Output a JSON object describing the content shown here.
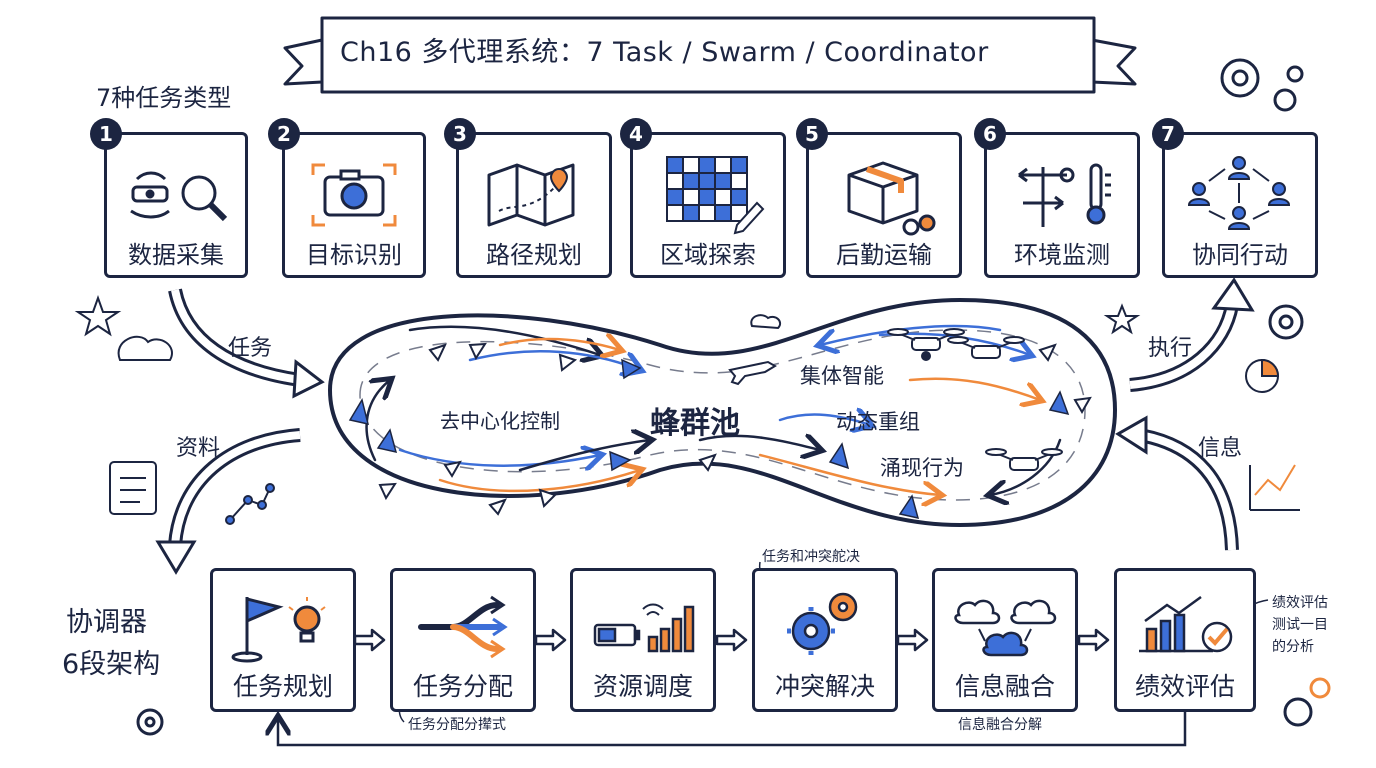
{
  "title": "Ch16 多代理系统：7 Task / Swarm / Coordinator",
  "task_types": {
    "label": "7种任务类型",
    "items": [
      {
        "num": "1",
        "label": "数据采集"
      },
      {
        "num": "2",
        "label": "目标识别"
      },
      {
        "num": "3",
        "label": "路径规划"
      },
      {
        "num": "4",
        "label": "区域探索"
      },
      {
        "num": "5",
        "label": "后勤运输"
      },
      {
        "num": "6",
        "label": "环境监测"
      },
      {
        "num": "7",
        "label": "协同行动"
      }
    ]
  },
  "swarm": {
    "center": "蜂群池",
    "labels": {
      "decentralized": "去中心化控制",
      "collective": "集体智能",
      "regroup": "动态重组",
      "emergent": "涌现行为"
    }
  },
  "flows": {
    "task": "任务",
    "resource": "资料",
    "execute": "执行",
    "info": "信息"
  },
  "coordinator": {
    "label_line1": "协调器",
    "label_line2": "6段架构",
    "stages": [
      {
        "label": "任务规划"
      },
      {
        "label": "任务分配"
      },
      {
        "label": "资源调度"
      },
      {
        "label": "冲突解决"
      },
      {
        "label": "信息融合"
      },
      {
        "label": "绩效评估"
      }
    ],
    "notes": {
      "conflict": "任务和冲突舵决",
      "allocation": "任务分配分撵式",
      "fusion": "信息融合分解",
      "eval_line1": "绩效评估",
      "eval_line2": "测试一目",
      "eval_line3": "的分析"
    }
  },
  "colors": {
    "ink": "#1c2541",
    "blue": "#3d6fd8",
    "orange": "#f08a3c"
  }
}
